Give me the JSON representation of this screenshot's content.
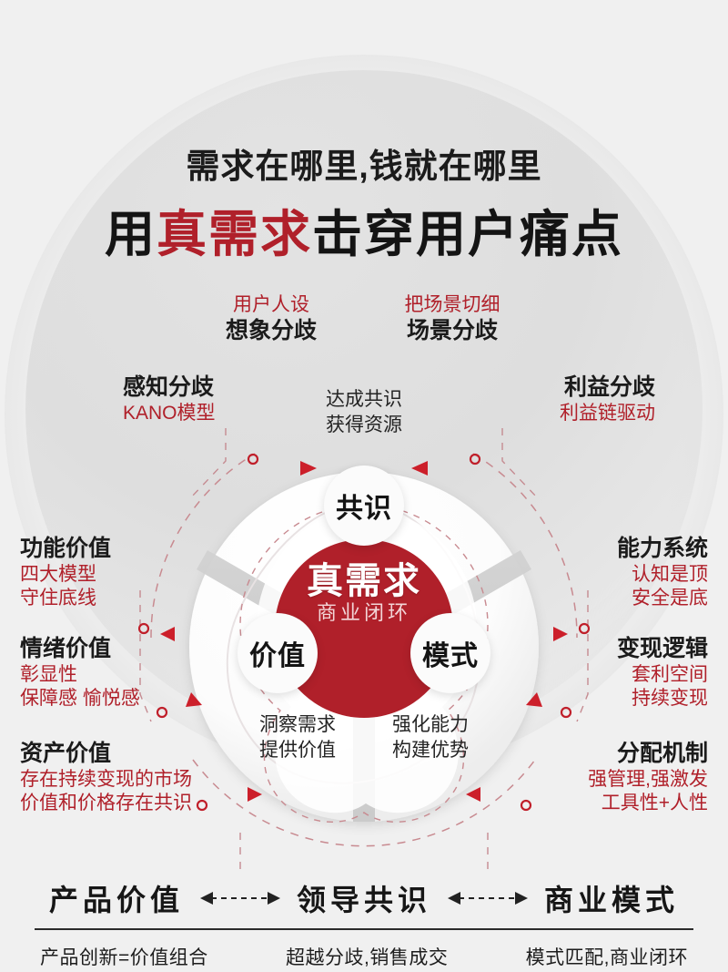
{
  "headline": {
    "subtitle": "需求在哪里,钱就在哪里",
    "main_prefix": "用",
    "main_highlight": "真需求",
    "main_suffix": "击穿用户痛点",
    "highlight_color": "#b0202a"
  },
  "center": {
    "core_title": "真需求",
    "core_subtitle": "商业闭环",
    "core_color": "#b0202a",
    "bubbles": [
      {
        "id": "consensus",
        "label": "共识"
      },
      {
        "id": "value",
        "label": "价值"
      },
      {
        "id": "model",
        "label": "模式"
      }
    ]
  },
  "inner_labels": [
    {
      "id": "top",
      "line1": "达成共识",
      "line2": "获得资源"
    },
    {
      "id": "bottom-left",
      "line1": "洞察需求",
      "line2": "提供价值"
    },
    {
      "id": "bottom-right",
      "line1": "强化能力",
      "line2": "构建优势"
    }
  ],
  "top_labels": [
    {
      "id": "imagination",
      "red": "用户人设",
      "black": "想象分歧"
    },
    {
      "id": "scenario",
      "red": "把场景切细",
      "black": "场景分歧"
    }
  ],
  "left_labels": [
    {
      "id": "perception",
      "black": "感知分歧",
      "red": [
        "KANO模型"
      ]
    },
    {
      "id": "functional-value",
      "black": "功能价值",
      "red": [
        "四大模型",
        "守住底线"
      ]
    },
    {
      "id": "emotional-value",
      "black": "情绪价值",
      "red": [
        "彰显性",
        "保障感 愉悦感"
      ]
    },
    {
      "id": "asset-value",
      "black": "资产价值",
      "red": [
        "存在持续变现的市场",
        "价值和价格存在共识"
      ]
    }
  ],
  "right_labels": [
    {
      "id": "interest",
      "black": "利益分歧",
      "red": [
        "利益链驱动"
      ]
    },
    {
      "id": "capability-system",
      "black": "能力系统",
      "red": [
        "认知是顶",
        "安全是底"
      ]
    },
    {
      "id": "monetization-logic",
      "black": "变现逻辑",
      "red": [
        "套利空间",
        "持续变现"
      ]
    },
    {
      "id": "allocation-mechanism",
      "black": "分配机制",
      "red": [
        "强管理,强激发",
        "工具性+人性"
      ]
    }
  ],
  "footer": {
    "pillars": [
      "产品价值",
      "领导共识",
      "商业模式"
    ],
    "captions": [
      "产品创新=价值组合",
      "超越分歧,销售成交",
      "模式匹配,商业闭环"
    ],
    "connector": "double-arrow"
  },
  "theme": {
    "background": "#f0f0f0",
    "accent_red": "#b0202a",
    "text_dark": "#1b1b1b",
    "disc_gray": "#dedede"
  }
}
